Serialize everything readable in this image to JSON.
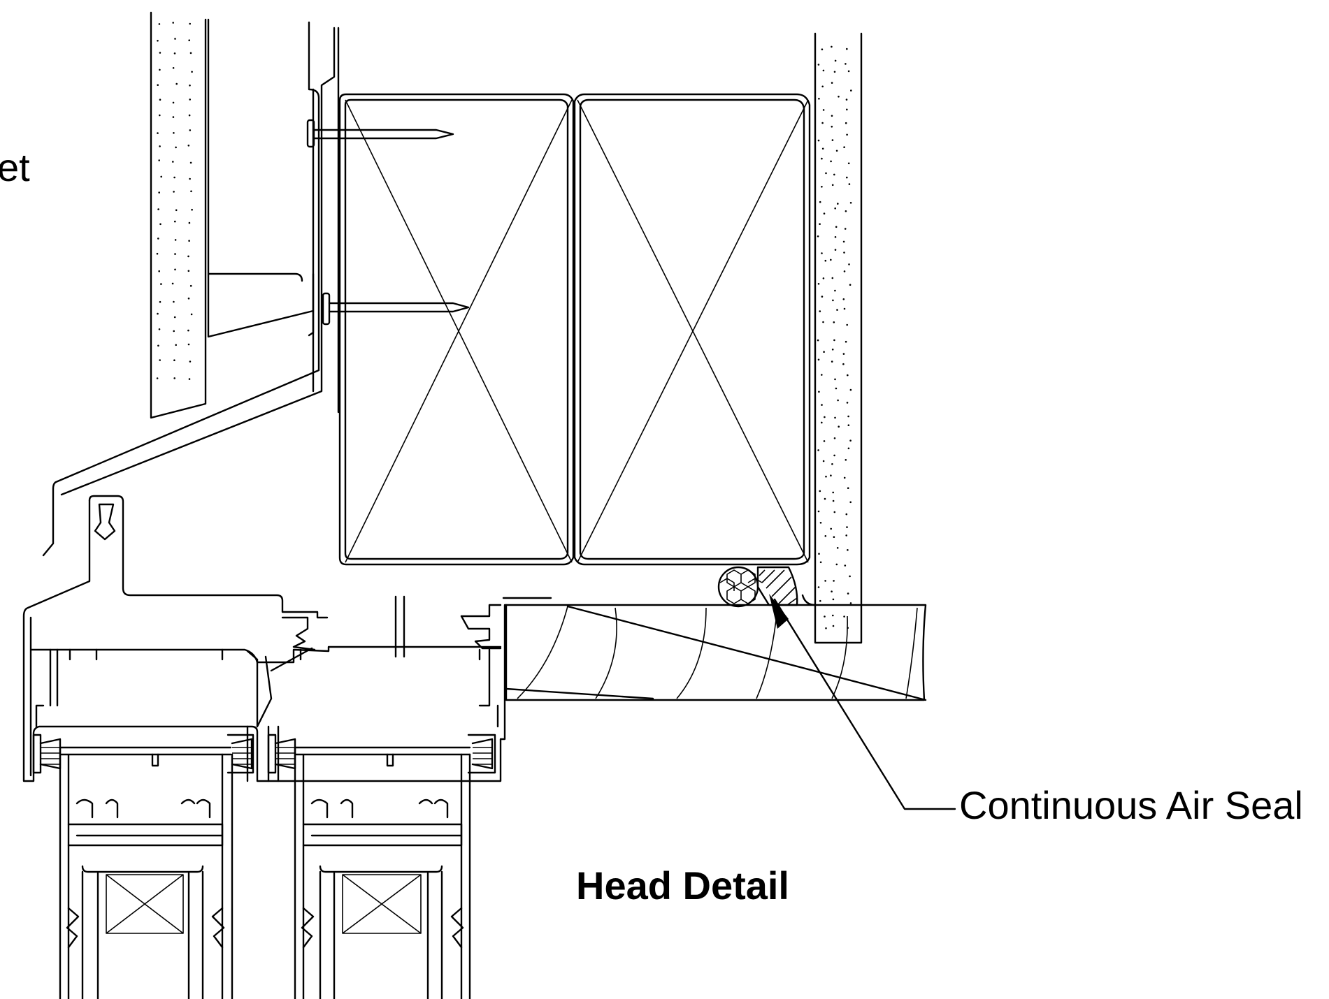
{
  "labels": {
    "edge_fragment": "et",
    "air_seal": "Continuous Air Seal",
    "title": "Head Detail"
  },
  "colors": {
    "line": "#000000",
    "background": "#ffffff"
  }
}
